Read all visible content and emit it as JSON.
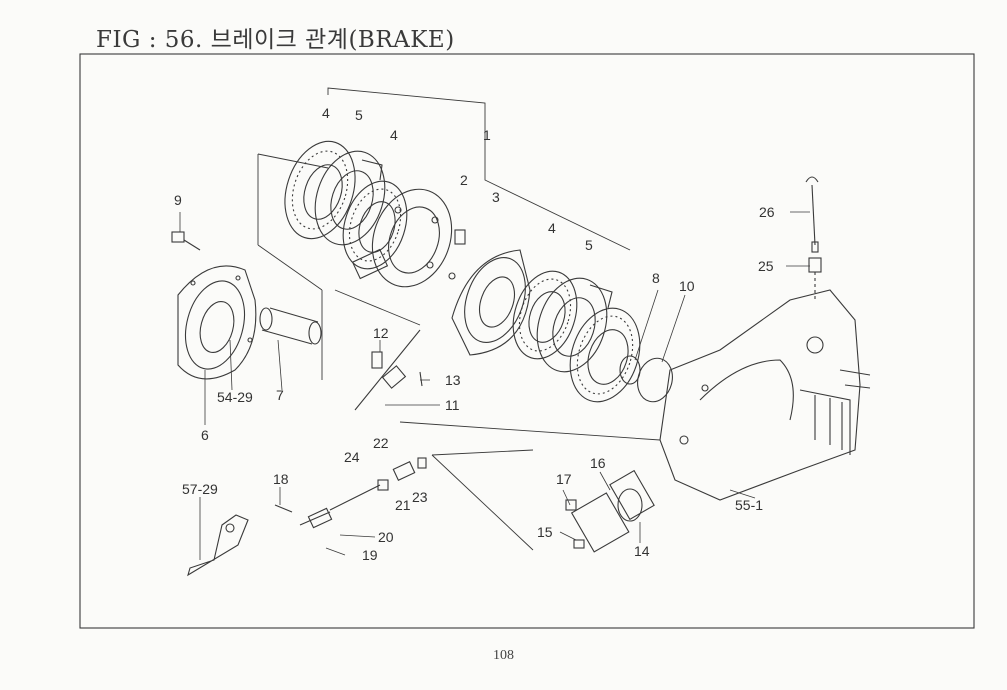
{
  "page": {
    "title": "FIG : 56. 브레이크 관계(BRAKE)",
    "page_number": "108"
  },
  "callouts": [
    "1",
    "2",
    "3",
    "4",
    "4",
    "4",
    "5",
    "5",
    "6",
    "7",
    "8",
    "9",
    "10",
    "11",
    "12",
    "13",
    "14",
    "15",
    "16",
    "17",
    "18",
    "19",
    "20",
    "21",
    "22",
    "23",
    "24",
    "25",
    "26",
    "54-29",
    "55-1",
    "57-29"
  ]
}
